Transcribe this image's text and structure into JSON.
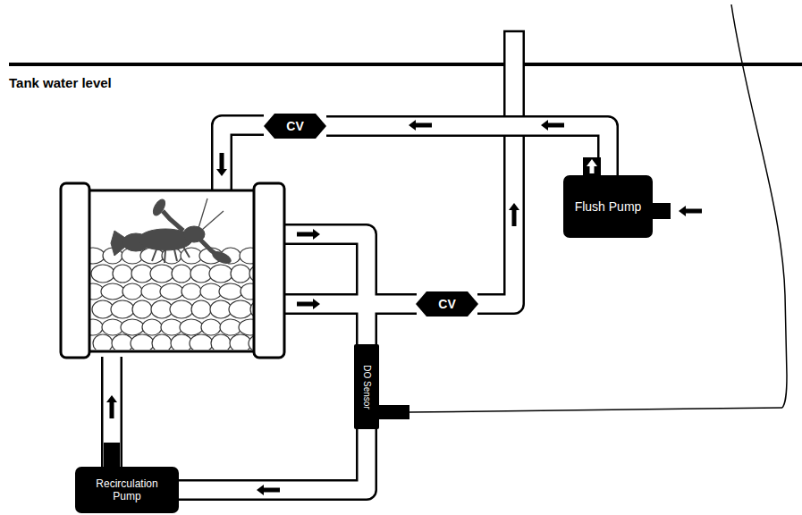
{
  "diagram": {
    "nodes": [
      {
        "text": [
          "CV"
        ]
      },
      {
        "text": [
          "Flush Pump"
        ]
      },
      {
        "text": [
          "CV"
        ]
      },
      {
        "text": [
          "DO Sensor"
        ]
      },
      {
        "text": [
          "Recirculation Pump"
        ]
      }
    ],
    "edges": [
      {
        "from": 1,
        "to": 0,
        "arrow": "none"
      },
      {
        "from": 3,
        "to": 4,
        "arrow": "none"
      }
    ],
    "labels": [
      "Tank water level"
    ]
  }
}
